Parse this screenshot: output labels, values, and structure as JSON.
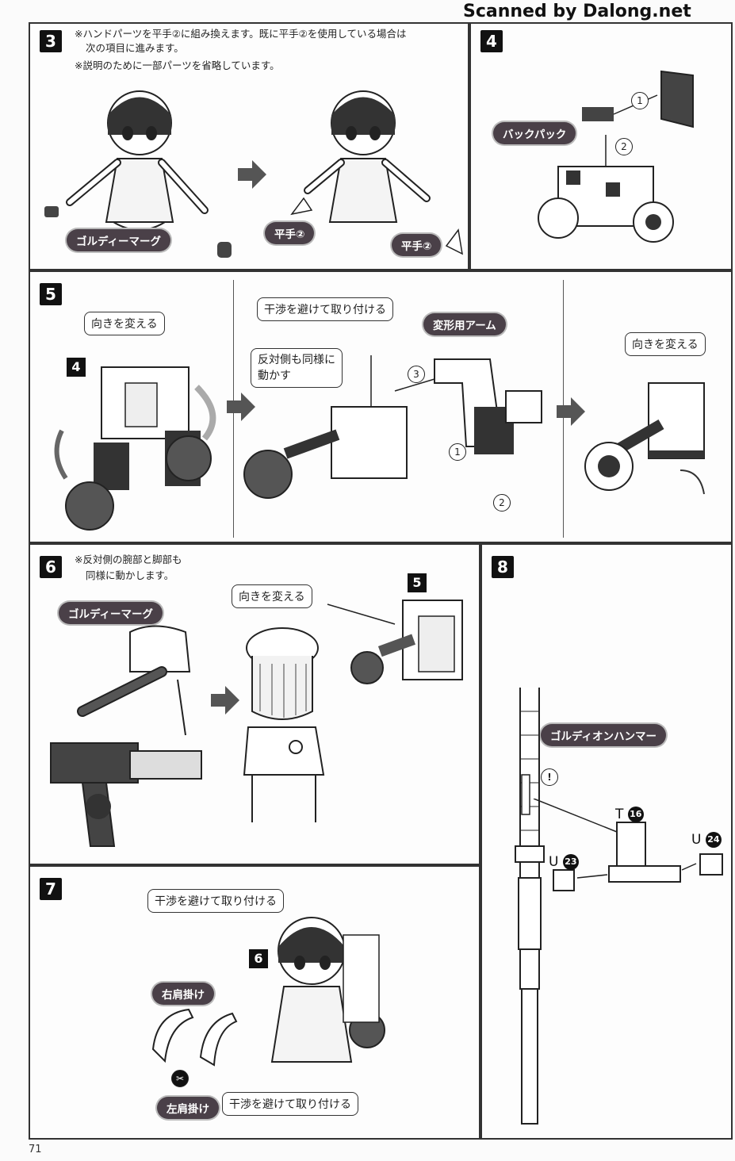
{
  "watermark": "Scanned by Dalong.net",
  "page_number": "71",
  "step3": {
    "num": "3",
    "note_line1": "※ハンドパーツを平手②に組み換えます。既に平手②を使用している場合は",
    "note_line2": "次の項目に進みます。",
    "note_line3": "※説明のために一部パーツを省略しています。",
    "label_character": "ゴルディーマーグ",
    "label_hand_left": "平手②",
    "label_hand_right": "平手②"
  },
  "step4": {
    "num": "4",
    "label_backpack": "バックパック",
    "marker1": "1",
    "marker2": "2"
  },
  "step5": {
    "num": "5",
    "callout_turn1": "向きを変える",
    "ref_step": "4",
    "callout_avoid": "干渉を避けて取り付ける",
    "label_arm": "変形用アーム",
    "callout_other_side_1": "反対側も同様に",
    "callout_other_side_2": "動かす",
    "marker1": "1",
    "marker2": "2",
    "marker3": "3",
    "callout_turn2": "向きを変える"
  },
  "step6": {
    "num": "6",
    "note_line1": "※反対側の腕部と脚部も",
    "note_line2": "同様に動かします。",
    "label_character": "ゴルディーマーグ",
    "callout_turn": "向きを変える",
    "ref_step": "5"
  },
  "step7": {
    "num": "7",
    "callout_avoid_top": "干渉を避けて取り付ける",
    "ref_step": "6",
    "label_right_shoulder": "右肩掛け",
    "label_left_shoulder": "左肩掛け",
    "callout_avoid_bottom": "干渉を避けて取り付ける"
  },
  "step8": {
    "num": "8",
    "label_hammer": "ゴルディオンハンマー",
    "part_t": "T",
    "part_t_num": "16",
    "part_u_left": "U",
    "part_u_left_num": "23",
    "part_u_right": "U",
    "part_u_right_num": "24",
    "caution": "!"
  }
}
